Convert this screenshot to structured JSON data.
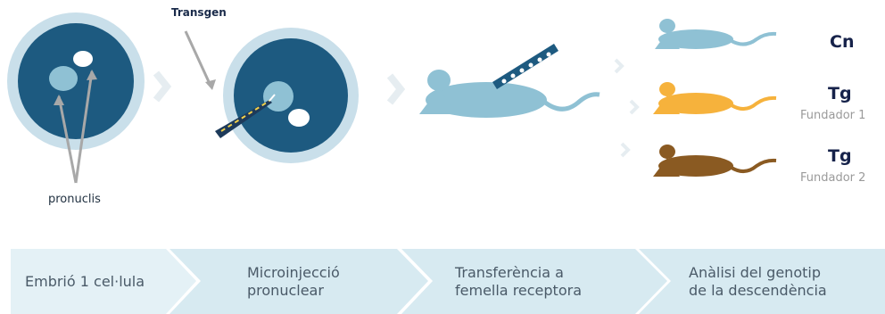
{
  "labels": {
    "transgen": "Transgen",
    "pronuclis": "pronuclis"
  },
  "offspring": [
    {
      "code": "Cn",
      "sub": "",
      "color": "#8fc1d4"
    },
    {
      "code": "Tg",
      "sub": "Fundador 1",
      "color": "#f6b23c"
    },
    {
      "code": "Tg",
      "sub": "Fundador 2",
      "color": "#8a5a22"
    }
  ],
  "steps": [
    {
      "line1": "Embrió 1 cel·lula",
      "line2": ""
    },
    {
      "line1": "Microinjecció",
      "line2": "pronuclear"
    },
    {
      "line1": "Transferència a",
      "line2": "femella receptora"
    },
    {
      "line1": "Anàlisi del genotip",
      "line2": "de la descendència"
    }
  ],
  "colors": {
    "embryo_outer": "#c9dfea",
    "embryo_inner": "#1d5a80",
    "pronucleus_large": "#8fc1d4",
    "mouse_blue": "#8fc1d4",
    "chevron": "#e6edf1",
    "band": "#dbecf2"
  },
  "icons": [
    "chevron-right-icon",
    "mouse-icon",
    "needle-icon",
    "arrow-icon"
  ]
}
